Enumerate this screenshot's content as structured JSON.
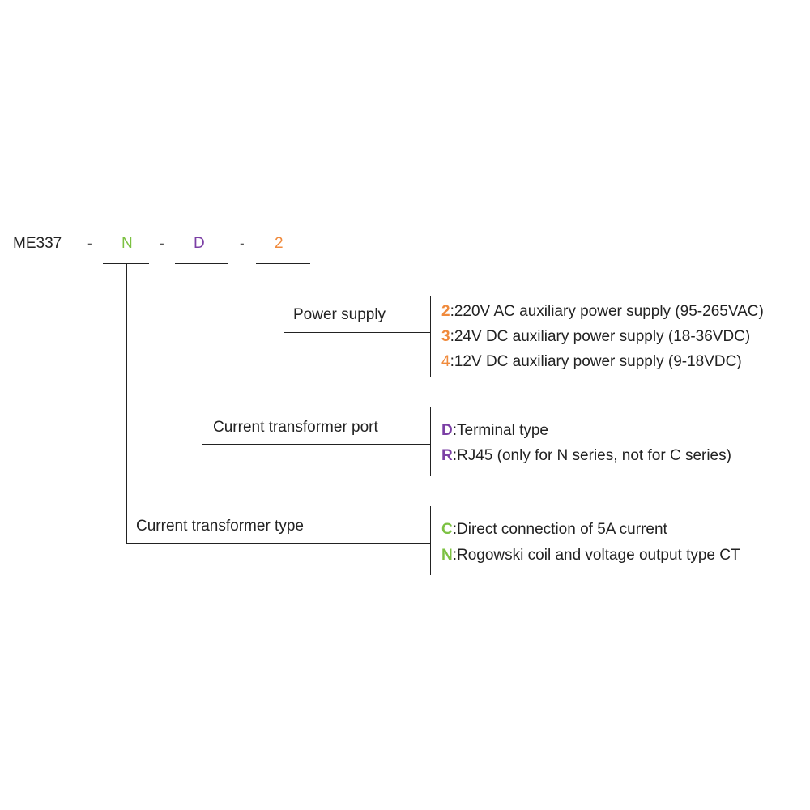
{
  "model": {
    "prefix": "ME337",
    "separator": "-",
    "codes": [
      {
        "value": "N",
        "color": "#7cc142"
      },
      {
        "value": "D",
        "color": "#7b3fa5"
      },
      {
        "value": "2",
        "color": "#f08a3c"
      }
    ]
  },
  "groups": [
    {
      "label": "Power supply",
      "color": "#f08a3c",
      "options": [
        {
          "code": "2",
          "text": ":220V AC auxiliary power supply (95-265VAC)"
        },
        {
          "code": "3",
          "text": ":24V DC auxiliary power supply (18-36VDC)"
        },
        {
          "code": "4",
          "text": ":12V DC auxiliary power supply (9-18VDC)"
        }
      ]
    },
    {
      "label": "Current transformer port",
      "color": "#7b3fa5",
      "options": [
        {
          "code": "D",
          "text": ":Terminal type"
        },
        {
          "code": "R",
          "text": ":RJ45 (only for N series, not for C series)"
        }
      ]
    },
    {
      "label": "Current transformer type",
      "color": "#7cc142",
      "options": [
        {
          "code": "C",
          "text": ":Direct connection of 5A current"
        },
        {
          "code": "N",
          "text": ":Rogowski coil and voltage output type CT"
        }
      ]
    }
  ]
}
